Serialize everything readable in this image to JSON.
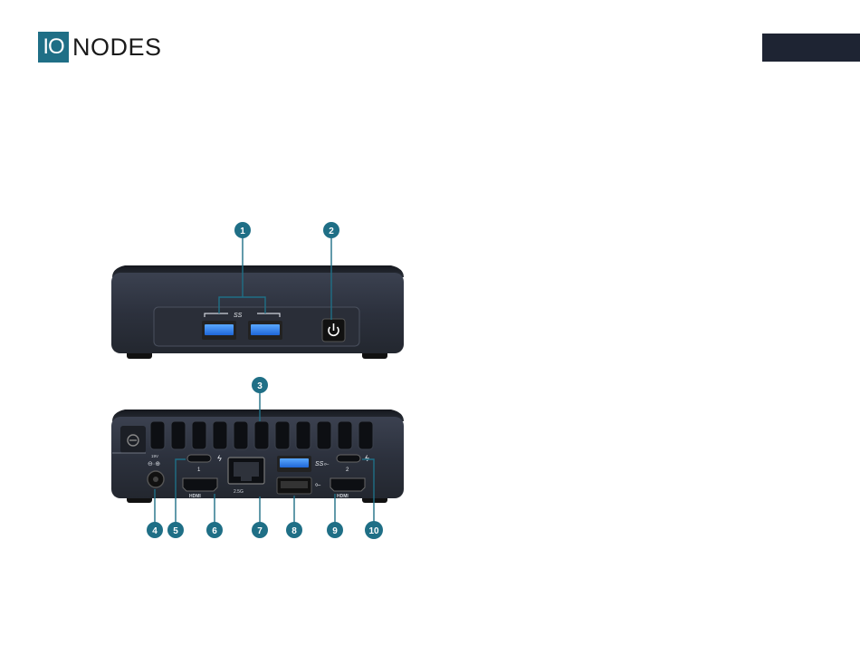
{
  "brand": {
    "logo_mark": "IO",
    "logo_text": "NODES",
    "accent_color": "#1f6f86"
  },
  "callouts": [
    "1",
    "2",
    "3",
    "4",
    "5",
    "6",
    "7",
    "8",
    "9",
    "10"
  ],
  "port_labels": {
    "front_usb_logo": "SS",
    "rear_dc": "19V",
    "rear_tb1": "1",
    "rear_tb2": "2",
    "rear_hdmi": "HDMI",
    "rear_lan": "2.5G"
  },
  "icons": {
    "power": "power-icon",
    "thunderbolt": "thunderbolt-icon",
    "usb": "usb-icon",
    "kensington": "lock-slot-icon"
  }
}
